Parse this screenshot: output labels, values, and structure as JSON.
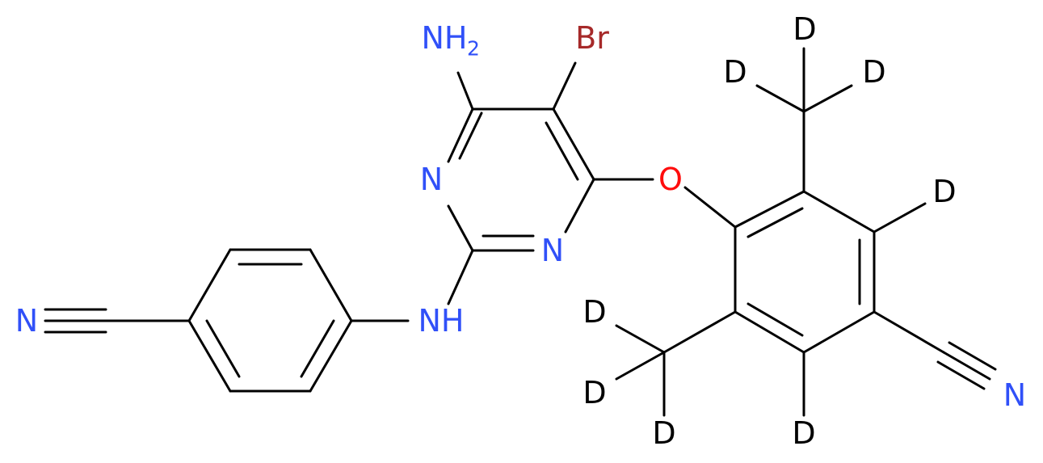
{
  "molecule": {
    "colors": {
      "N": "#3050F8",
      "O": "#FF0D0D",
      "Br": "#A62929",
      "D": "#000000",
      "bond": "#000000"
    },
    "labels": {
      "n_nitrile_left": "N",
      "nh_linker": "NH",
      "n_pyrimidine_upper": "N",
      "n_pyrimidine_lower": "N",
      "nh2_amino": "NH",
      "nh2_subscript": "2",
      "br": "Br",
      "o_ether": "O",
      "d_methyl_top_1": "D",
      "d_methyl_top_2": "D",
      "d_methyl_top_3": "D",
      "d_ring_upper": "D",
      "d_methyl_bottom_1": "D",
      "d_methyl_bottom_2": "D",
      "d_methyl_bottom_3": "D",
      "d_ring_lower": "D",
      "n_nitrile_right": "N"
    }
  }
}
